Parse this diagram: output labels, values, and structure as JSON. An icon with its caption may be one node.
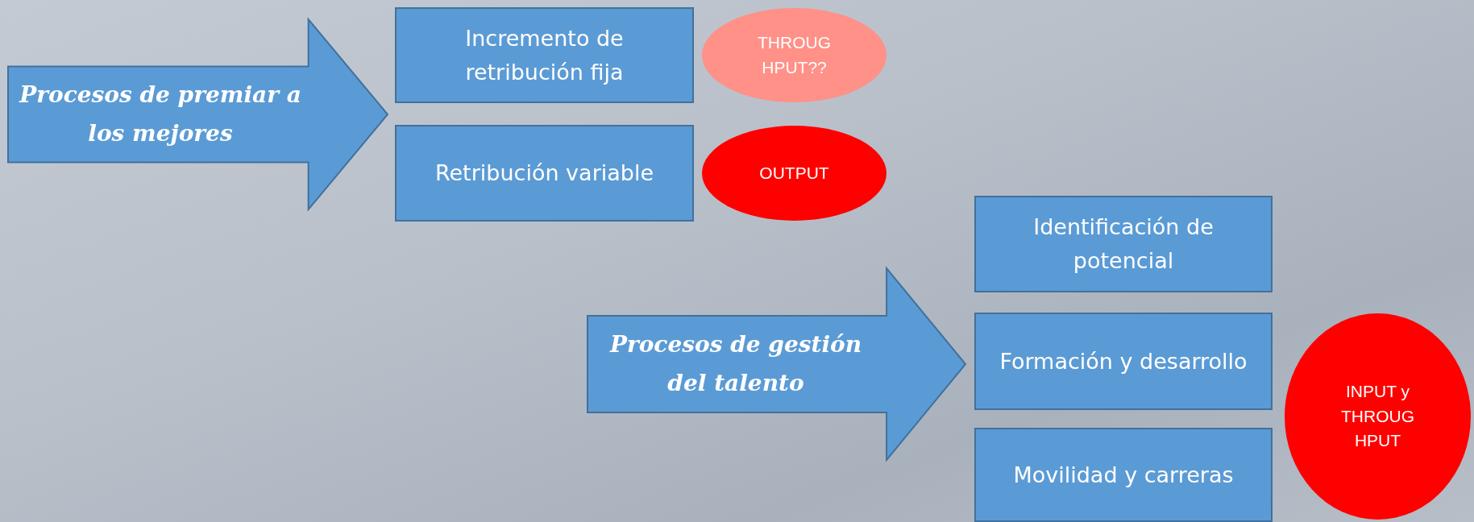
{
  "diagram": {
    "nodes": [
      {
        "text": [
          "Procesos de premiar a los mejores"
        ]
      },
      {
        "text": [
          "Incremento de retribución fija"
        ]
      },
      {
        "text": [
          "THROUG HPUT??"
        ]
      },
      {
        "text": [
          "Retribución variable"
        ]
      },
      {
        "text": [
          "OUTPUT"
        ]
      },
      {
        "text": [
          "Identificación de potencial"
        ]
      },
      {
        "text": [
          "Procesos de gestión del talento"
        ]
      },
      {
        "text": [
          "Formación y desarrollo"
        ]
      },
      {
        "text": [
          "INPUT y THROUG HPUT"
        ]
      },
      {
        "text": [
          "Movilidad y carreras"
        ]
      }
    ]
  }
}
